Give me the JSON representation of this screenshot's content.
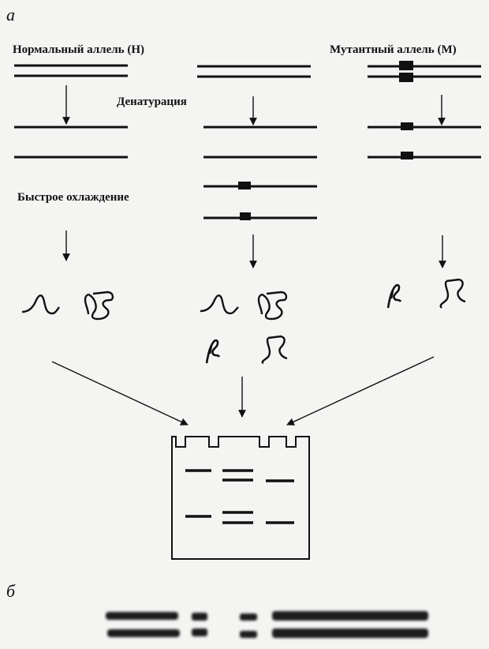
{
  "panel_a": {
    "letter": "а",
    "normal_allele_label": "Нормальный аллель (Н)",
    "mutant_allele_label": "Мутантный аллель (М)",
    "denaturation_label": "Денатурация",
    "rapid_cooling_label": "Быстрое охлаждение"
  },
  "panel_b": {
    "letter": "б"
  }
}
